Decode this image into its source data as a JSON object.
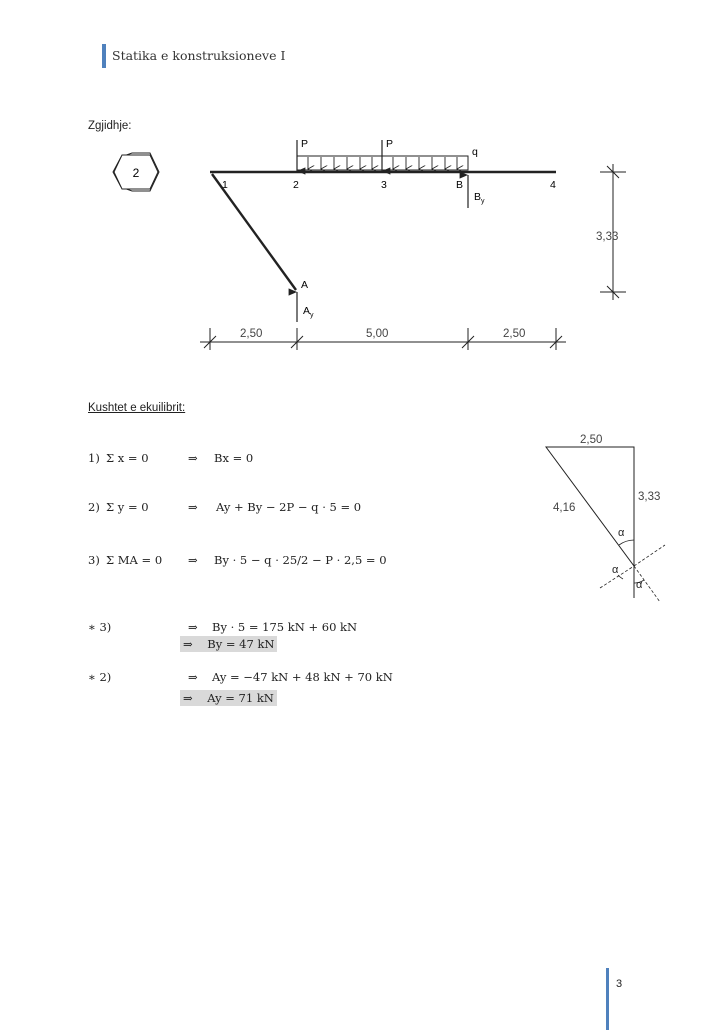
{
  "header": {
    "title": "Statika e konstruksioneve I"
  },
  "solution_heading": "Zgjidhje:",
  "diagram": {
    "problem_number": "2",
    "node_labels": [
      "1",
      "2",
      "3",
      "B",
      "4"
    ],
    "support_label_a": "A",
    "load_p1": "P",
    "load_p2": "P",
    "load_q": "q",
    "reaction_by": "B",
    "reaction_by_sub": "y",
    "reaction_ay": "A",
    "reaction_ay_sub": "y",
    "dim_height": "3,33",
    "dim_1": "2,50",
    "dim_2": "5,00",
    "dim_3": "2,50"
  },
  "equilibrium_heading": "Kushtet e ekuilibrit:",
  "equations": [
    {
      "num": "1)",
      "cond": "Σ x = 0",
      "arrow": "⇒",
      "result": "Bx = 0"
    },
    {
      "num": "2)",
      "cond": "Σ y = 0",
      "arrow": "⇒",
      "result": "Ay + By − 2P − q · 5 = 0"
    },
    {
      "num": "3)",
      "cond": "Σ MA = 0",
      "arrow": "⇒",
      "result": "By · 5 − q · 25/2 − P · 2,5 = 0"
    }
  ],
  "derived": [
    {
      "num": "∗ 3)",
      "line1": "By · 5 = 175 kN + 60 kN",
      "line2": "By = 47 kN"
    },
    {
      "num": "∗ 2)",
      "line1": "Ay = −47 kN + 48 kN + 70 kN",
      "line2": "Ay = 71 kN"
    }
  ],
  "triangle": {
    "top": "2,50",
    "right": "3,33",
    "hyp": "4,16",
    "alpha": "α"
  },
  "page_number": "3"
}
